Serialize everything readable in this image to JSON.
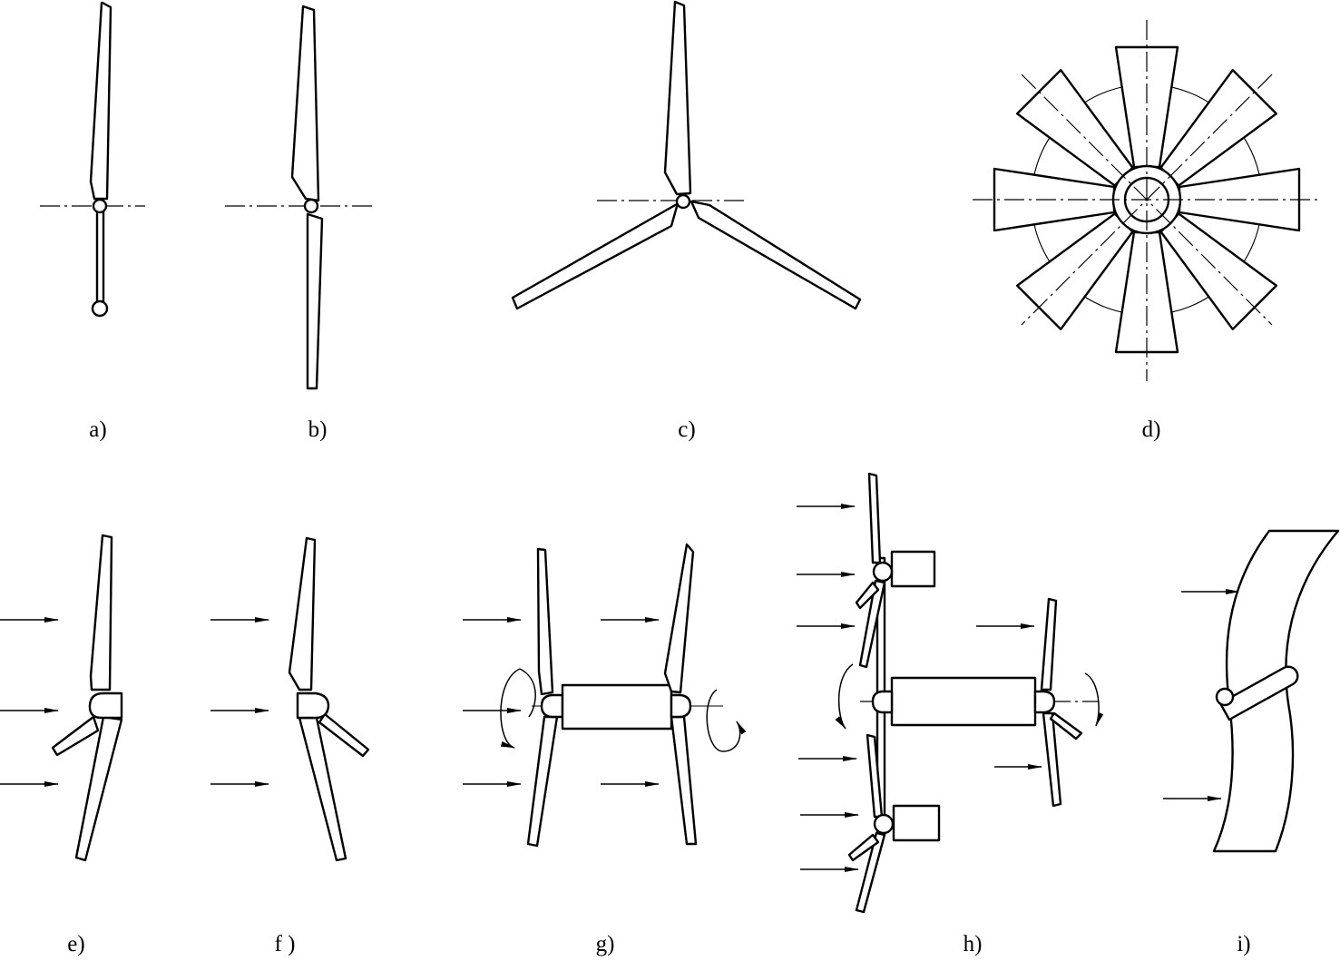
{
  "figure": {
    "panels": [
      {
        "id": "a",
        "label": "a)"
      },
      {
        "id": "b",
        "label": "b)"
      },
      {
        "id": "c",
        "label": "c)"
      },
      {
        "id": "d",
        "label": "d)"
      },
      {
        "id": "e",
        "label": "e)"
      },
      {
        "id": "f",
        "label": "f )"
      },
      {
        "id": "g",
        "label": "g)"
      },
      {
        "id": "h",
        "label": "h)"
      },
      {
        "id": "i",
        "label": "i)"
      }
    ],
    "stroke_color": "#000000",
    "background_color": "#ffffff"
  }
}
